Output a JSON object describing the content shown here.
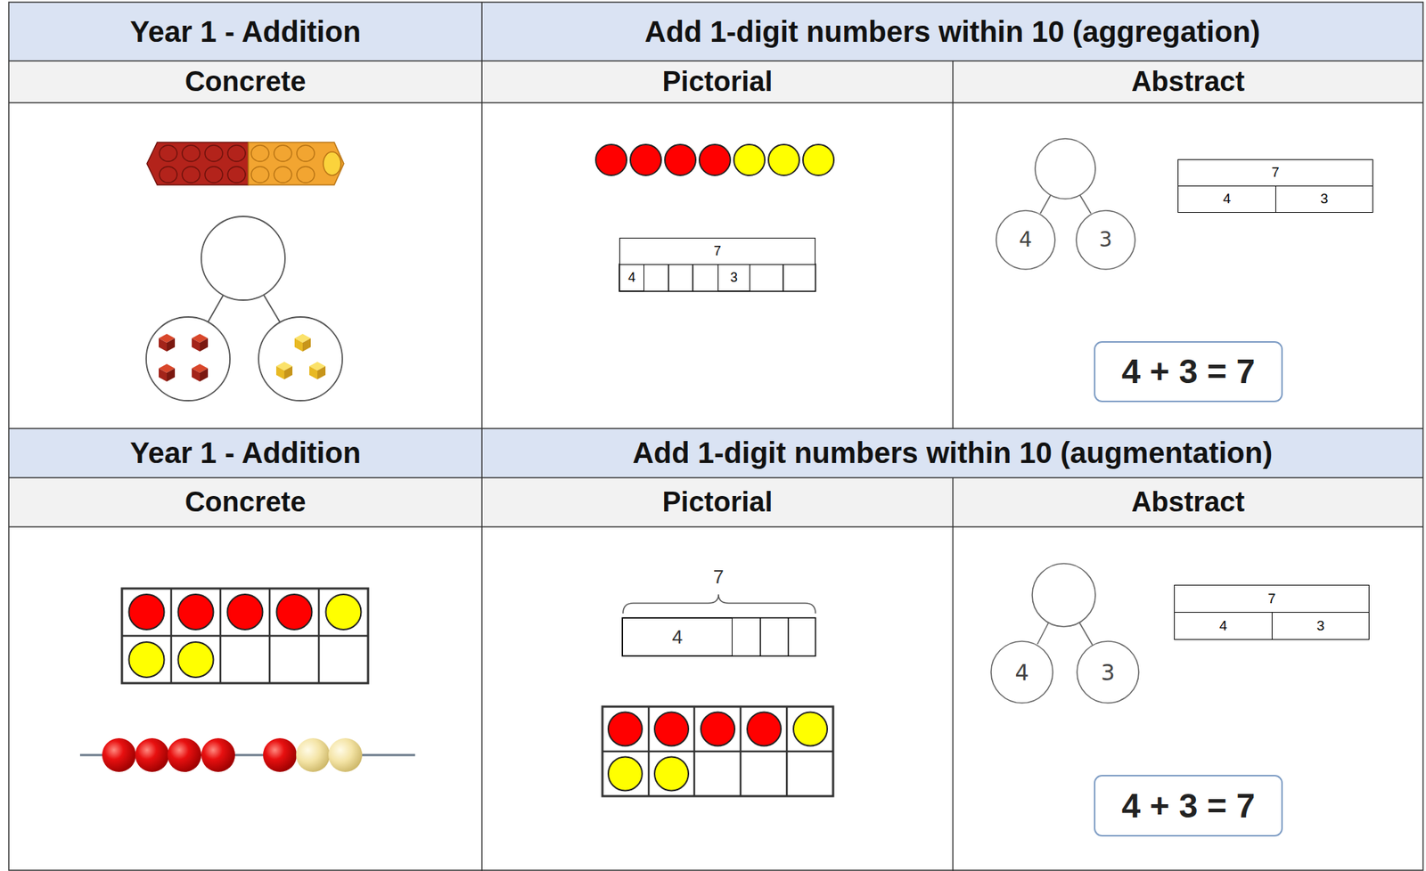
{
  "diagram": {
    "nodes": [
      {
        "text": [
          "7"
        ]
      },
      {
        "text": [
          "4"
        ]
      },
      {
        "text": [
          "3"
        ]
      },
      {
        "text": [
          "4"
        ]
      },
      {
        "text": [
          "3"
        ]
      },
      {
        "text": [
          "7"
        ]
      },
      {
        "text": [
          "4"
        ]
      },
      {
        "text": [
          "3"
        ]
      },
      {
        "text": [
          "4 + 3 = 7"
        ]
      },
      {
        "text": [
          "4"
        ]
      },
      {
        "text": [
          "4"
        ]
      },
      {
        "text": [
          "3"
        ]
      },
      {
        "text": [
          "7"
        ]
      },
      {
        "text": [
          "4"
        ]
      },
      {
        "text": [
          "3"
        ]
      },
      {
        "text": [
          "4 + 3 = 7"
        ]
      }
    ],
    "labels": [
      "Year 1 - Addition",
      "Add 1-digit numbers within 10 (aggregation)",
      "Concrete",
      "Pictorial",
      "Abstract",
      "Year 1 - Addition",
      "Add 1-digit numbers within 10 (augmentation)",
      "Concrete",
      "Pictorial",
      "Abstract",
      "7"
    ]
  }
}
